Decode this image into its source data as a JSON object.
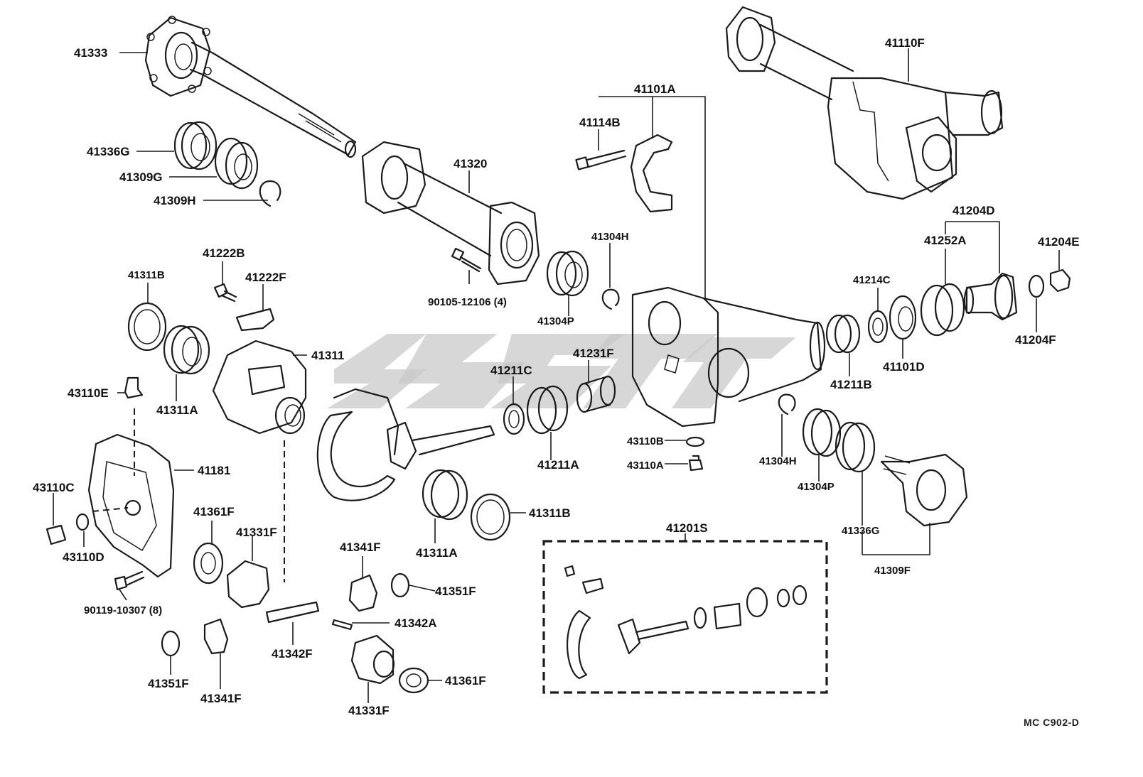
{
  "diagram": {
    "code": "MC  C902-D",
    "accent_color": "#1b1b1b",
    "watermark_color": "#c8c8c8"
  },
  "labels": {
    "l41333": "41333",
    "l41336G_top": "41336G",
    "l41309G": "41309G",
    "l41309H": "41309H",
    "l41320": "41320",
    "l90105": "90105-12106 (4)",
    "l41222B": "41222B",
    "l41222F": "41222F",
    "l41311B_top": "41311B",
    "l41311": "41311",
    "l41311A_left": "41311A",
    "l43110E": "43110E",
    "l41181": "41181",
    "l43110C": "43110C",
    "l43110D": "43110D",
    "l90119": "90119-10307 (8)",
    "l41361F_left": "41361F",
    "l41331F_left": "41331F",
    "l41351F_left": "41351F",
    "l41341F_left": "41341F",
    "l41342F": "41342F",
    "l41342A": "41342A",
    "l41341F_mid": "41341F",
    "l41351F_right": "41351F",
    "l41331F_bottom": "41331F",
    "l41361F_right": "41361F",
    "l41311A_mid": "41311A",
    "l41311B_mid": "41311B",
    "l41211C": "41211C",
    "l41211A": "41211A",
    "l41231F": "41231F",
    "l41304P_top": "41304P",
    "l41304H_top": "41304H",
    "l41114B": "41114B",
    "l41101A": "41101A",
    "l41110F": "41110F",
    "l43110B": "43110B",
    "l43110A": "43110A",
    "l41304H_bottom": "41304H",
    "l41304P_bottom": "41304P",
    "l41336G_bottom": "41336G",
    "l41309F": "41309F",
    "l41211B": "41211B",
    "l41214C": "41214C",
    "l41101D": "41101D",
    "l41252A": "41252A",
    "l41204D": "41204D",
    "l41204E": "41204E",
    "l41204F": "41204F",
    "l41201S": "41201S"
  }
}
